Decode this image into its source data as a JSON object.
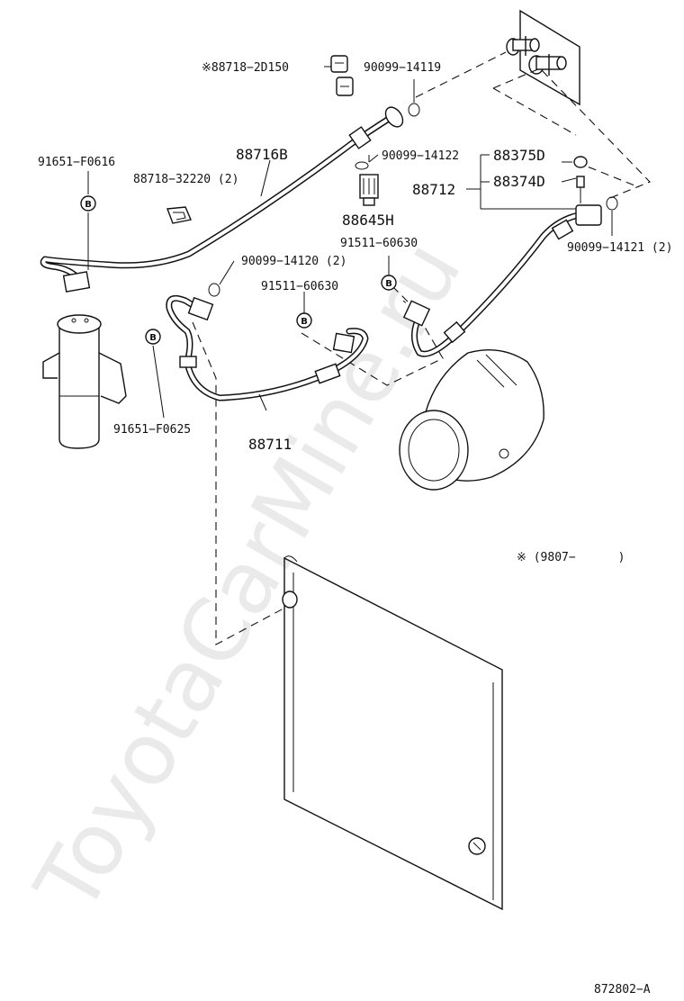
{
  "watermark": "ToyotaCarMine.ru",
  "labels": {
    "p88718_2d150": "※88718−2D150",
    "p90099_14119": "90099−14119",
    "p88716b": "88716B",
    "p90099_14122": "90099−14122",
    "p88375d": "88375D",
    "p88374d": "88374D",
    "p88712": "88712",
    "p91651_f0616": "91651−F0616",
    "p88718_32220": "88718−32220 (2)",
    "p88645h": "88645H",
    "p91511_60630_a": "91511−60630",
    "p90099_14121": "90099−14121 (2)",
    "p90099_14120": "90099−14120 (2)",
    "p91511_60630_b": "91511−60630",
    "p91651_f0625": "91651−F0625",
    "p88711": "88711",
    "note": "※ (9807−      )",
    "figure_code": "872802−A"
  },
  "bolt_marker": "B"
}
